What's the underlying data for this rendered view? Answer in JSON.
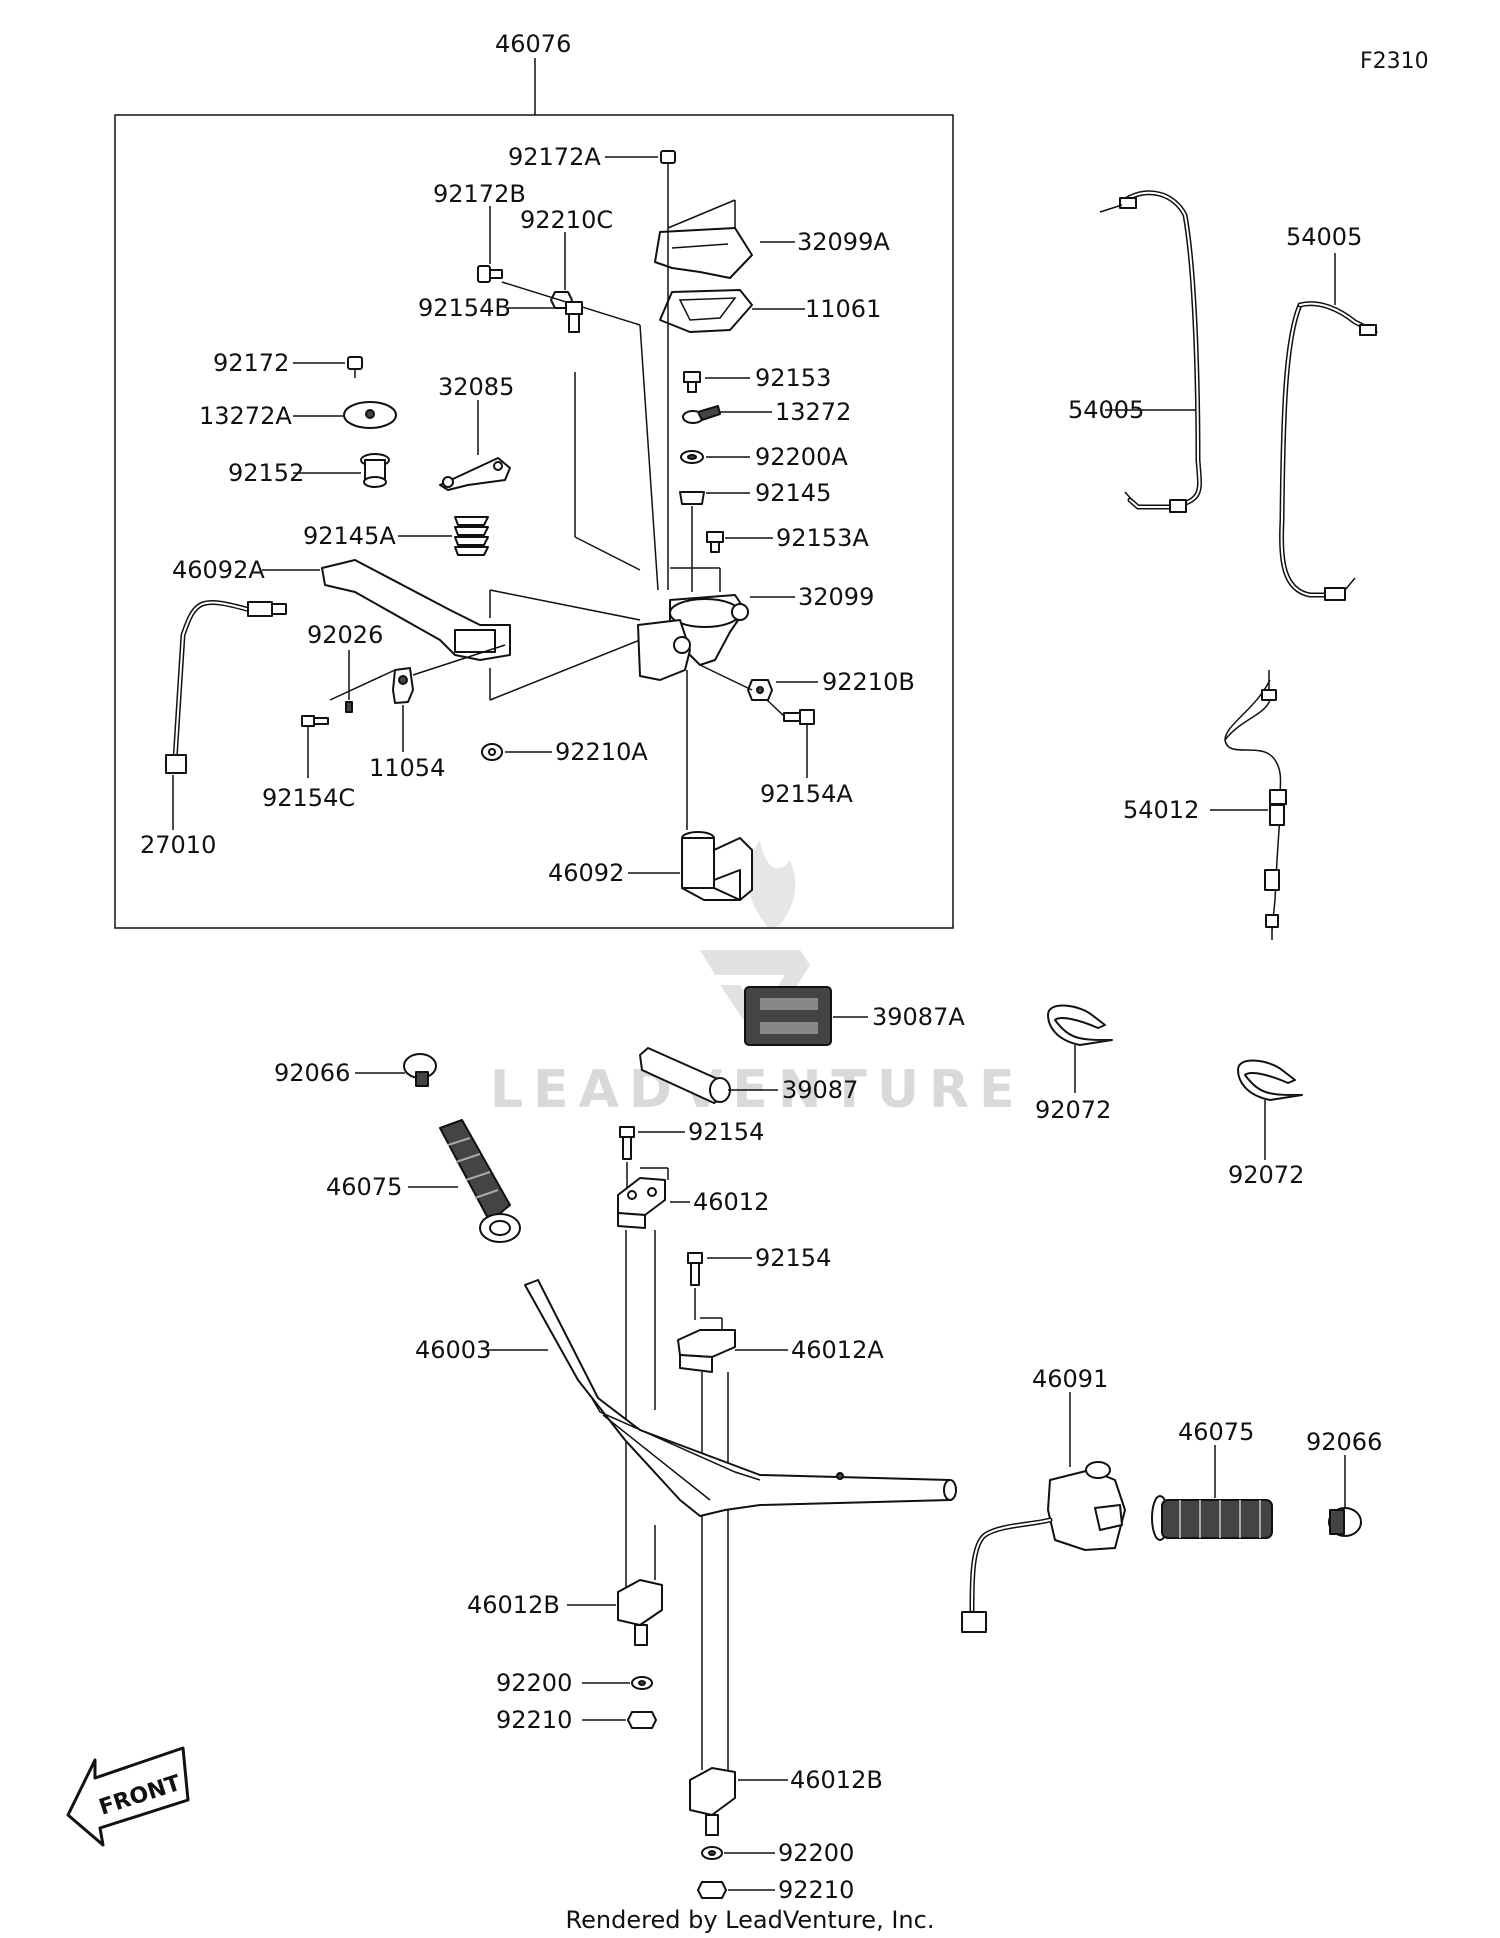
{
  "diagram": {
    "ref_code": "F2310",
    "footer": "Rendered by LeadVenture, Inc.",
    "watermark": "LEADVENTURE",
    "front_badge": "FRONT",
    "labels": [
      {
        "id": "p46076",
        "text": "46076"
      },
      {
        "id": "p92172A",
        "text": "92172A"
      },
      {
        "id": "p92172B",
        "text": "92172B"
      },
      {
        "id": "p92210C",
        "text": "92210C"
      },
      {
        "id": "p32099A",
        "text": "32099A"
      },
      {
        "id": "p11061",
        "text": "11061"
      },
      {
        "id": "p92154B",
        "text": "92154B"
      },
      {
        "id": "p92172",
        "text": "92172"
      },
      {
        "id": "p32085",
        "text": "32085"
      },
      {
        "id": "p92153",
        "text": "92153"
      },
      {
        "id": "p13272A",
        "text": "13272A"
      },
      {
        "id": "p13272",
        "text": "13272"
      },
      {
        "id": "p92200A",
        "text": "92200A"
      },
      {
        "id": "p92152",
        "text": "92152"
      },
      {
        "id": "p92145",
        "text": "92145"
      },
      {
        "id": "p92145A",
        "text": "92145A"
      },
      {
        "id": "p92153A",
        "text": "92153A"
      },
      {
        "id": "p46092A",
        "text": "46092A"
      },
      {
        "id": "p32099",
        "text": "32099"
      },
      {
        "id": "p92026",
        "text": "92026"
      },
      {
        "id": "p92210B",
        "text": "92210B"
      },
      {
        "id": "p92210A",
        "text": "92210A"
      },
      {
        "id": "p11054",
        "text": "11054"
      },
      {
        "id": "p92154C",
        "text": "92154C"
      },
      {
        "id": "p92154A",
        "text": "92154A"
      },
      {
        "id": "p27010",
        "text": "27010"
      },
      {
        "id": "p46092",
        "text": "46092"
      },
      {
        "id": "p54005a",
        "text": "54005"
      },
      {
        "id": "p54005b",
        "text": "54005"
      },
      {
        "id": "p54012",
        "text": "54012"
      },
      {
        "id": "p39087A",
        "text": "39087A"
      },
      {
        "id": "p92066a",
        "text": "92066"
      },
      {
        "id": "p39087",
        "text": "39087"
      },
      {
        "id": "p92072a",
        "text": "92072"
      },
      {
        "id": "p92072b",
        "text": "92072"
      },
      {
        "id": "p92154a",
        "text": "92154"
      },
      {
        "id": "p46075a",
        "text": "46075"
      },
      {
        "id": "p46012",
        "text": "46012"
      },
      {
        "id": "p92154b",
        "text": "92154"
      },
      {
        "id": "p46003",
        "text": "46003"
      },
      {
        "id": "p46012A",
        "text": "46012A"
      },
      {
        "id": "p46091",
        "text": "46091"
      },
      {
        "id": "p46075b",
        "text": "46075"
      },
      {
        "id": "p92066b",
        "text": "92066"
      },
      {
        "id": "p46012Ba",
        "text": "46012B"
      },
      {
        "id": "p92200a",
        "text": "92200"
      },
      {
        "id": "p92210a",
        "text": "92210"
      },
      {
        "id": "p46012Bb",
        "text": "46012B"
      },
      {
        "id": "p92200b",
        "text": "92200"
      },
      {
        "id": "p92210b",
        "text": "92210"
      }
    ]
  }
}
